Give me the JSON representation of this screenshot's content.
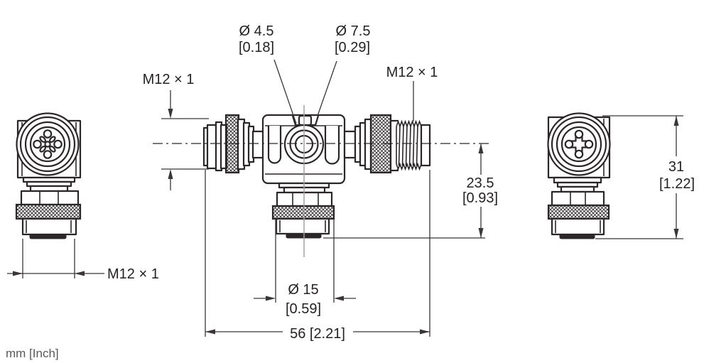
{
  "drawing": {
    "type": "technical-dimension-drawing",
    "subject": "M12 T-piece connector, three orthographic views",
    "units_label": "mm [Inch]"
  },
  "left_view": {
    "labels": {
      "thread": "M12 × 1"
    }
  },
  "center_view": {
    "labels": {
      "branch_hole_dia_mm": "Ø 4.5",
      "branch_hole_dia_inch": "[0.18]",
      "port_hole_dia_mm": "Ø 7.5",
      "port_hole_dia_inch": "[0.29]",
      "thread_left": "M12 × 1",
      "thread_right": "M12 × 1",
      "height_mm": "23.5",
      "height_inch": "[0.93]",
      "socket_dia_mm": "Ø 15",
      "socket_dia_inch": "[0.59]",
      "overall_width_mm_inch": "56 [2.21]"
    }
  },
  "right_view": {
    "labels": {
      "height_mm": "31",
      "height_inch": "[1.22]"
    }
  },
  "colors": {
    "line": "#2b2728",
    "dimension": "#3a3637",
    "text": "#262223",
    "muted_text": "#58595b",
    "centerline_gray": "#a0a0a0",
    "background": "#ffffff"
  }
}
